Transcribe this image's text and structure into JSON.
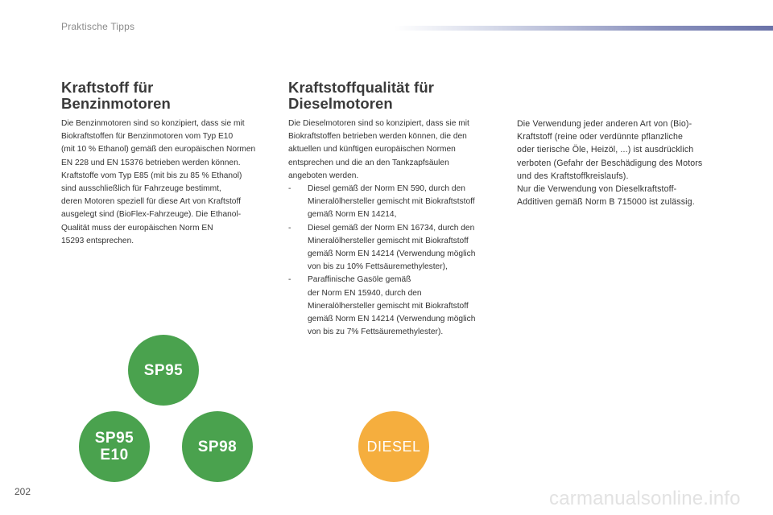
{
  "header": {
    "section_title": "Praktische Tipps",
    "accent_color": "#8a91bd"
  },
  "petrol": {
    "title_line1": "Kraftstoff für",
    "title_line2": "Benzinmotoren",
    "lines": [
      "Die Benzinmotoren sind so konzipiert, dass sie mit",
      "Biokraftstoffen für Benzinmotoren vom Typ E10",
      "(mit 10 % Ethanol) gemäß den europäischen Normen",
      "EN 228 und EN 15376 betrieben werden können.",
      "Kraftstoffe vom Typ E85 (mit bis zu 85 % Ethanol)",
      "sind ausschließlich für Fahrzeuge bestimmt,",
      "deren Motoren speziell für diese Art von Kraftstoff",
      "ausgelegt sind (BioFlex-Fahrzeuge). Die Ethanol-",
      "Qualität muss der europäischen Norm EN",
      "15293 entsprechen."
    ]
  },
  "diesel": {
    "title_line1": "Kraftstoffqualität für",
    "title_line2": "Dieselmotoren",
    "intro_lines": [
      "Die Dieselmotoren sind so konzipiert, dass sie mit",
      "Biokraftstoffen betrieben werden können, die den",
      "aktuellen und künftigen europäischen Normen",
      "entsprechen und die an den Tankzapfsäulen",
      "angeboten werden."
    ],
    "bullet_marker": "-",
    "bullets": [
      {
        "lines": [
          "Diesel gemäß der Norm EN 590, durch den",
          "Mineralölhersteller gemischt mit Biokraftststoff",
          "gemäß Norm EN 14214,"
        ]
      },
      {
        "lines": [
          "Diesel gemäß der Norm EN 16734, durch den",
          "Mineralölhersteller gemischt mit Biokraftstoff",
          "gemäß Norm EN 14214 (Verwendung möglich",
          "von bis zu 10% Fettsäuremethylester),"
        ]
      },
      {
        "lines": [
          "Paraffinische Gasöle gemäß",
          "der Norm EN 15940, durch den",
          "Mineralölhersteller gemischt mit Biokraftstoff",
          "gemäß Norm EN 14214 (Verwendung möglich",
          "von bis zu 7% Fettsäuremethylester)."
        ]
      }
    ],
    "note_lines": [
      "Die Verwendung jeder anderen Art von (Bio)-",
      "Kraftstoff (reine oder verdünnte pflanzliche",
      "oder tierische Öle, Heizöl, ...) ist ausdrücklich",
      "verboten (Gefahr der Beschädigung des Motors",
      "und des Kraftstoffkreislaufs).",
      "Nur die Verwendung von Dieselkraftstoff-",
      "Additiven gemäß Norm B 715000 ist zulässig."
    ]
  },
  "badges": {
    "sp95": {
      "label": "SP95",
      "color": "#4aa24e"
    },
    "sp95_e10": {
      "line1": "SP95",
      "line2": "E10",
      "color": "#4aa24e"
    },
    "sp98": {
      "label": "SP98",
      "color": "#4aa24e"
    },
    "diesel": {
      "label": "DIESEL",
      "color": "#f5ae3e"
    }
  },
  "footer": {
    "page_number": "202",
    "watermark": "carmanualsonline.info"
  }
}
